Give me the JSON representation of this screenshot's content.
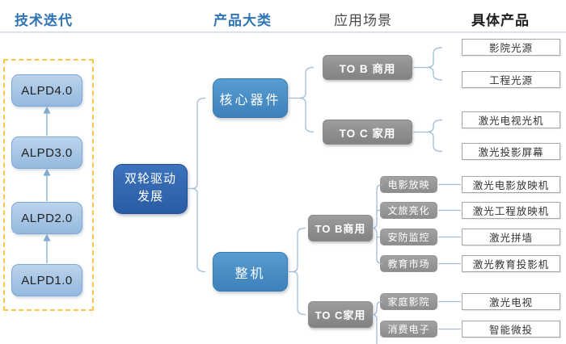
{
  "headers": {
    "tech": "技术迭代",
    "category": "产品大类",
    "scenario": "应用场景",
    "product": "具体产品"
  },
  "palette": {
    "header_blue": "#2E74B5",
    "node_light_blue": "#9DC3E6",
    "node_mid_blue": "#4A90C8",
    "node_dark_blue": "#2F63AB",
    "node_gray": "#8F8F8F",
    "connector_blue": "#9FBBDA",
    "dashed_frame_gold": "#FAC54D"
  },
  "tech_iteration": {
    "items": [
      "ALPD4.0",
      "ALPD3.0",
      "ALPD2.0",
      "ALPD1.0"
    ]
  },
  "root": {
    "label": "双轮驱动\n发展"
  },
  "core": {
    "label": "核心器件",
    "groups": [
      {
        "segment": "TO B 商用",
        "products": [
          "影院光源",
          "工程光源"
        ]
      },
      {
        "segment": "TO C 家用",
        "products": [
          "激光电视光机",
          "激光投影屏幕"
        ]
      }
    ]
  },
  "machine": {
    "label": "整机",
    "groups": [
      {
        "segment": "TO B商用",
        "rows": [
          {
            "scene": "电影放映",
            "product": "激光电影放映机"
          },
          {
            "scene": "文旅亮化",
            "product": "激光工程放映机"
          },
          {
            "scene": "安防监控",
            "product": "激光拼墙"
          },
          {
            "scene": "教育市场",
            "product": "激光教育投影机"
          }
        ]
      },
      {
        "segment": "TO C家用",
        "rows": [
          {
            "scene": "家庭影院",
            "product": "激光电视"
          },
          {
            "scene": "消费电子",
            "product": "智能微投"
          }
        ]
      }
    ]
  }
}
